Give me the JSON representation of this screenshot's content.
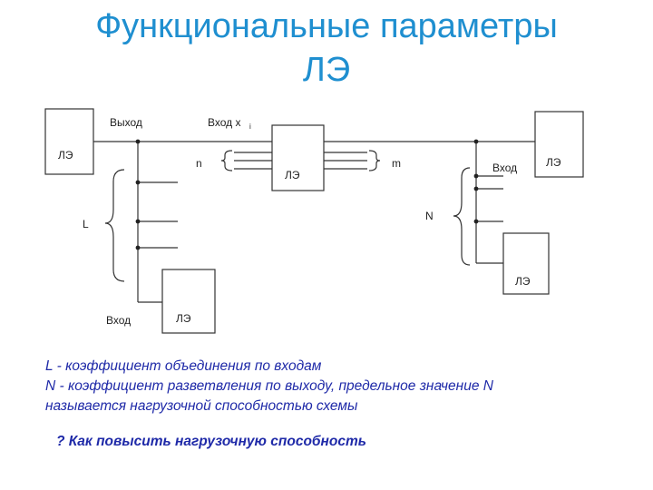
{
  "title": {
    "line1": "Функциональные параметры",
    "line2": "ЛЭ"
  },
  "diagram": {
    "block_label": "ЛЭ",
    "output_label": "Выход",
    "input_xi_label": "Вход x",
    "input_xi_sub": "i",
    "input_label": "Вход",
    "n_label": "n",
    "m_label": "m",
    "L_label": "L",
    "N_label": "N"
  },
  "notes": {
    "line1": "L - коэффициент объединения по входам",
    "line2": "N - коэффициент разветвления по выходу, предельное  значение N",
    "line3": "называется нагрузочной способностью схемы"
  },
  "question": "?  Как повысить нагрузочную способность"
}
